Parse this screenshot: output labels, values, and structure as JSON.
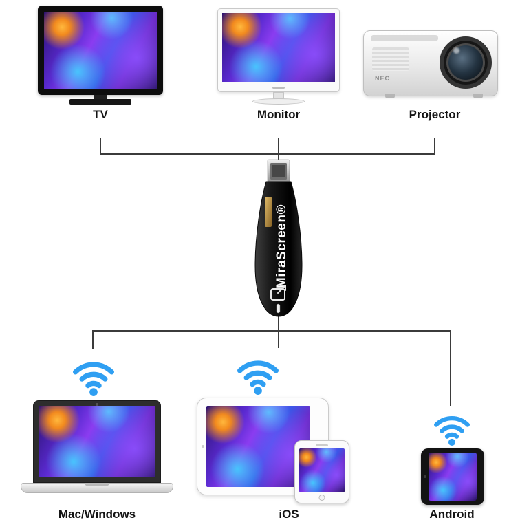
{
  "outputs": {
    "tv": {
      "label": "TV"
    },
    "monitor": {
      "label": "Monitor"
    },
    "projector": {
      "label": "Projector",
      "brand": "NEC"
    }
  },
  "dongle": {
    "brand": "MiraScreen®"
  },
  "sources": {
    "mac_windows": {
      "label": "Mac/Windows"
    },
    "ios": {
      "label": "iOS"
    },
    "android": {
      "label": "Android"
    }
  },
  "colors": {
    "wifi_blue": "#2f9ff2",
    "connector_line": "#3b3b3b",
    "dongle_gold": "#c9a24b",
    "screen_purple": "#5a2ad0"
  }
}
